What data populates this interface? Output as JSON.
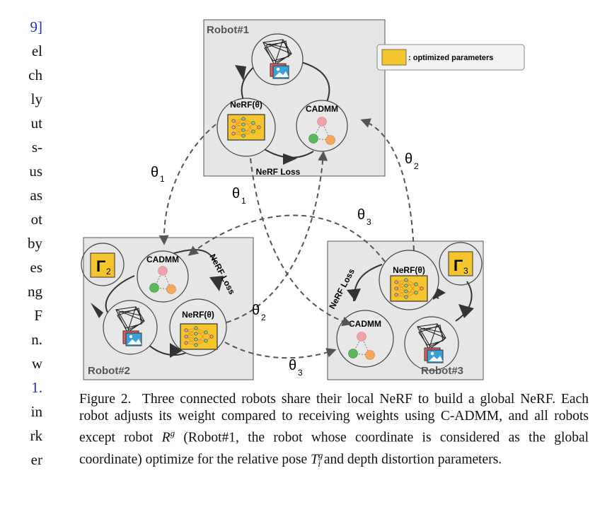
{
  "left_column_lines": [
    "9]",
    "el",
    "ch",
    "ly",
    "ut",
    "s-",
    "us",
    "as",
    "ot",
    "by",
    "es",
    "ng",
    "F",
    "n.",
    "w",
    "1.",
    "in",
    "rk",
    "er"
  ],
  "legend": {
    "label": ": optimized parameters",
    "color": "#f5c52e"
  },
  "robots": {
    "r1": {
      "name": "Robot#1",
      "nerf": "NeRF(θ)",
      "cadmm": "CADMM",
      "loss": "NeRF Loss"
    },
    "r2": {
      "name": "Robot#2",
      "nerf": "NeRF(θ)",
      "cadmm": "CADMM",
      "loss": "NeRF Loss",
      "gamma": "Γ",
      "gamma_sub": "2"
    },
    "r3": {
      "name": "Robot#3",
      "nerf": "NeRF(θ)",
      "cadmm": "CADMM",
      "loss": "NeRF Loss",
      "gamma": "Γ",
      "gamma_sub": "3"
    }
  },
  "edge_labels": {
    "theta": "θ",
    "sub1": "1",
    "sub2": "2",
    "sub3": "3"
  },
  "caption": {
    "figure_label": "Figure 2.",
    "part1": "Three connected robots share their local NeRF to build a global NeRF. Each robot adjusts its weight compared to receiving weights using C-ADMM, and all robots except robot",
    "R": "R",
    "g": "g",
    "part2": "(Robot#1, the robot whose coordinate is considered as the global coordinate) optimize for the relative pose",
    "T": "T",
    "T_sub": "i",
    "T_sup": "g",
    "part3": "and depth distortion parameters."
  },
  "colors": {
    "panel": "#e6e6e6",
    "accent": "#f5c52e",
    "node_red": "#f2a0a8",
    "node_green": "#5cb85c",
    "node_orange": "#f5a85c"
  }
}
